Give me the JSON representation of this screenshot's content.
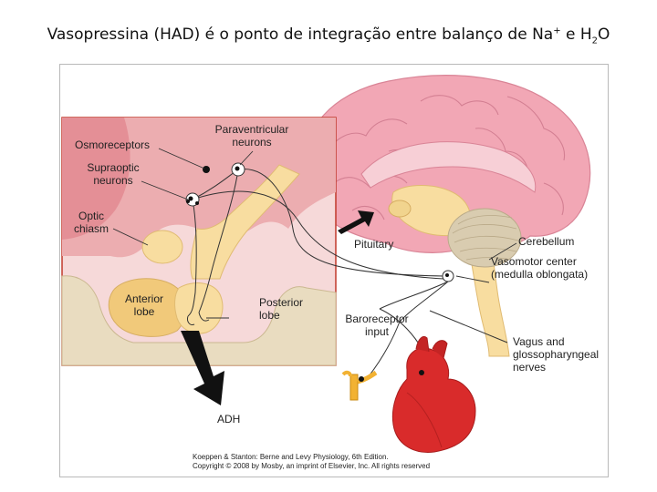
{
  "slide": {
    "title_main": "Vasopressina (HAD) é o ponto de integração entre balanço de Na",
    "title_sup": "+",
    "title_mid": " e H",
    "title_sub": "2",
    "title_end": "O"
  },
  "labels": {
    "paraventricular_1": "Paraventricular",
    "paraventricular_2": "neurons",
    "osmoreceptors": "Osmoreceptors",
    "supraoptic_1": "Supraoptic",
    "supraoptic_2": "neurons",
    "optic_1": "Optic",
    "optic_2": "chiasm",
    "pituitary": "Pituitary",
    "cerebellum": "Cerebellum",
    "vasomotor_1": "Vasomotor center",
    "vasomotor_2": "(medulla oblongata)",
    "anterior_1": "Anterior",
    "anterior_2": "lobe",
    "posterior_1": "Posterior",
    "posterior_2": "lobe",
    "baroreceptor_1": "Baroreceptor",
    "baroreceptor_2": "input",
    "vagus_1": "Vagus and",
    "vagus_2": "glossopharyngeal",
    "vagus_3": "nerves",
    "adh": "ADH"
  },
  "credit": {
    "line1": "Koeppen & Stanton: Berne and Levy Physiology, 6th Edition.",
    "line2": "Copyright © 2008 by Mosby, an imprint of Elsevier, Inc. All rights reserved"
  },
  "colors": {
    "inset_bg": "#f6d9d9",
    "inset_border": "#c0392b",
    "hypothalamus": "#ecadb0",
    "gland": "#f8dda0",
    "bone": "#e9dcc0",
    "brain": "#f2a7b5",
    "cerebellum": "#d9ccb0",
    "heart": "#d92b2b",
    "arrow": "#111111"
  }
}
